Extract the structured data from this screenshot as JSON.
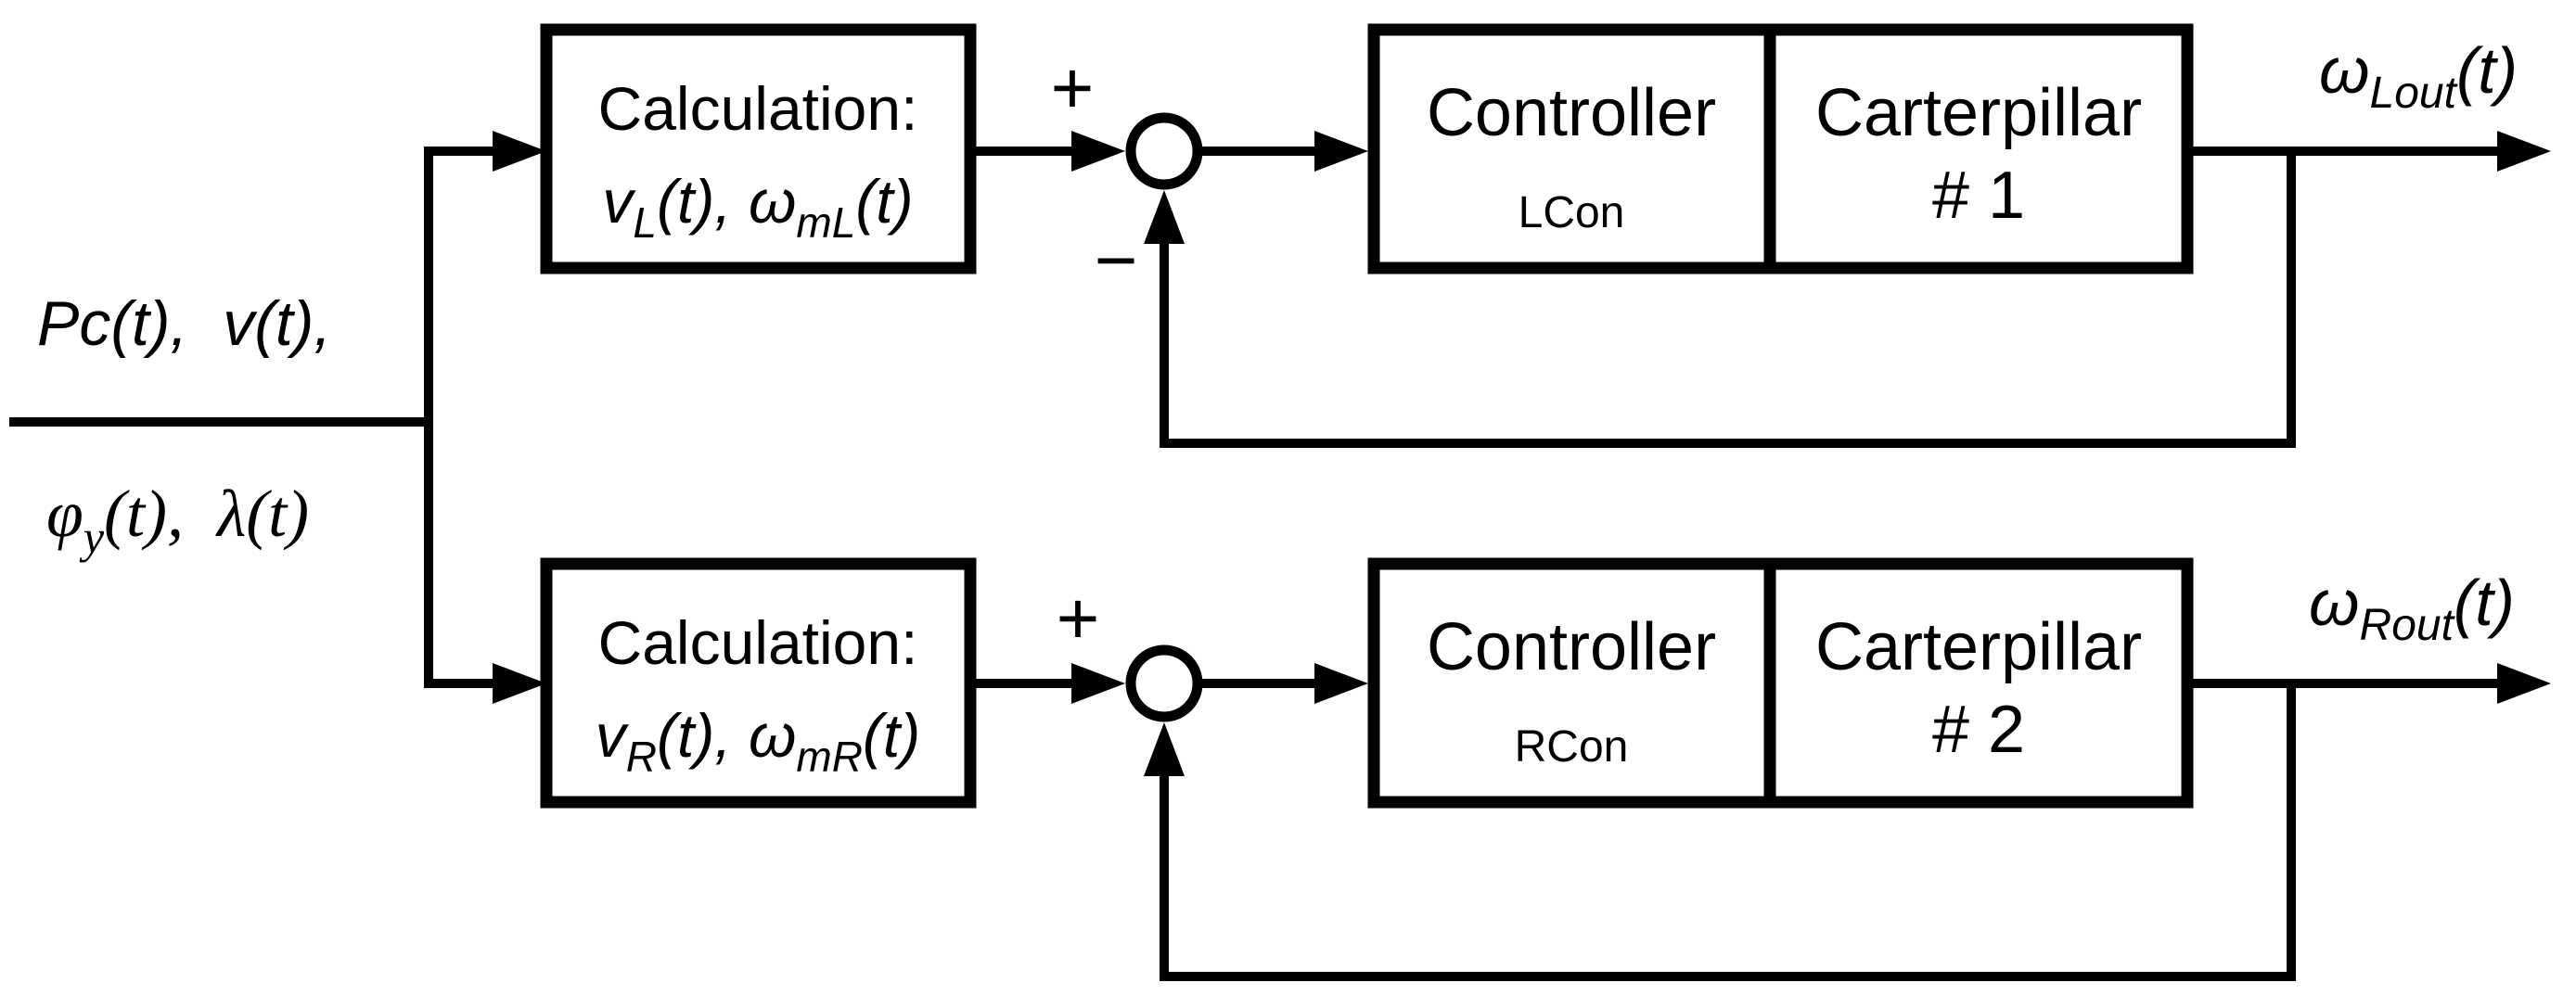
{
  "colors": {
    "ink": "#000000",
    "paper": "#ffffff"
  },
  "inputs": {
    "line1": "Pc(t),  v(t),",
    "line2": {
      "phi": "φ",
      "sub": "y",
      "rest": "(t),  λ(t)"
    }
  },
  "calc_left": {
    "title": "Calculation:",
    "expr": {
      "v": "v",
      "v_sub": "L",
      "mid": "(t), ",
      "omega": "ω",
      "omega_sub": "mL",
      "tail": "(t)"
    }
  },
  "calc_right": {
    "title": "Calculation:",
    "expr": {
      "v": "v",
      "v_sub": "R",
      "mid": "(t), ",
      "omega": "ω",
      "omega_sub": "mR",
      "tail": "(t)"
    }
  },
  "sum_left": {
    "plus": "+",
    "minus": "−"
  },
  "sum_right": {
    "plus": "+"
  },
  "plant_left": {
    "controller": "Controller",
    "controller_name": "LCon",
    "plant": "Carterpillar",
    "plant_num": "# 1"
  },
  "plant_right": {
    "controller": "Controller",
    "controller_name": "RCon",
    "plant": "Carterpillar",
    "plant_num": "# 2"
  },
  "outputs": {
    "left": {
      "omega": "ω",
      "sub": "Lout",
      "tail": "(t)"
    },
    "right": {
      "omega": "ω",
      "sub": "Rout",
      "tail": "(t)"
    }
  }
}
